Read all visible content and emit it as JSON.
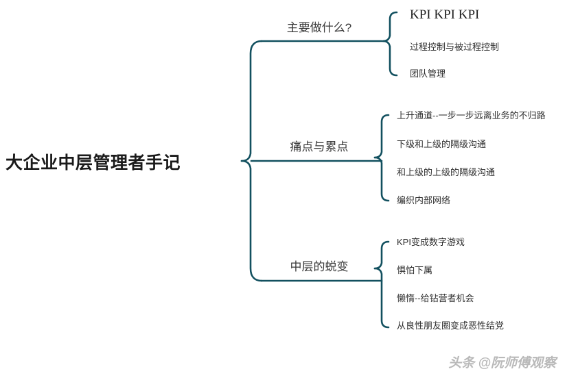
{
  "diagram": {
    "type": "mind-map",
    "root": "大企业中层管理者手记",
    "accent_color": "#12505f",
    "title_color": "#1a1a1a",
    "background_color": "#ffffff",
    "branches": [
      {
        "label": "主要做什么?",
        "leaves": [
          "KPI KPI KPI",
          "过程控制与被过程控制",
          "团队管理"
        ]
      },
      {
        "label": "痛点与累点",
        "leaves": [
          "上升通道--一步一步远离业务的不归路",
          "下级和上级的隔级沟通",
          "和上级的上级的隔级沟通",
          "编织内部网络"
        ]
      },
      {
        "label": "中层的蜕变",
        "leaves": [
          "KPI变成数字游戏",
          "惧怕下属",
          "懒惰--给钻营者机会",
          "从良性朋友圈变成恶性结党"
        ]
      }
    ]
  },
  "watermark": {
    "text": "头条 @阮师傅观察"
  }
}
